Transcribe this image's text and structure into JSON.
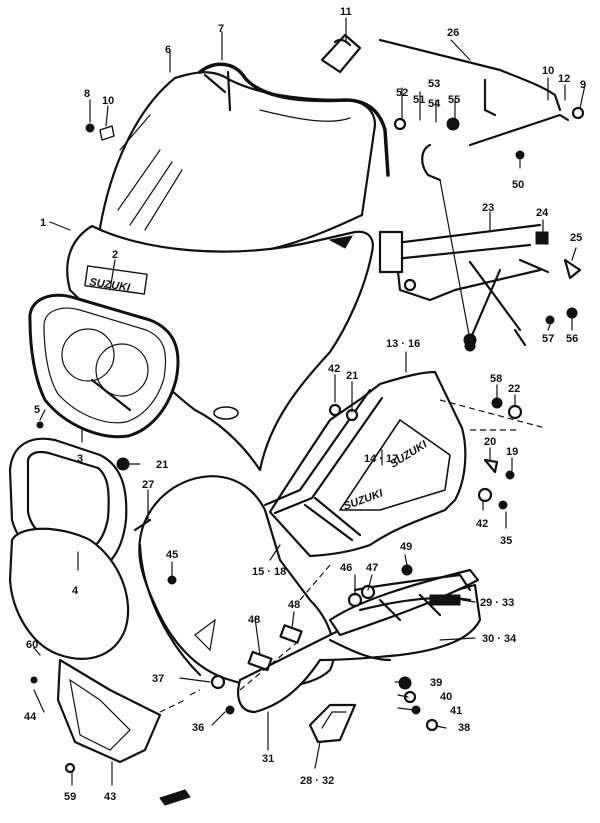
{
  "brand": {
    "fairing_logo": "SUZUKI",
    "nose_logo": "SUZUKI"
  },
  "callouts": [
    {
      "id": "c1",
      "label": "1"
    },
    {
      "id": "c2",
      "label": "2"
    },
    {
      "id": "c3",
      "label": "3"
    },
    {
      "id": "c4",
      "label": "4"
    },
    {
      "id": "c5",
      "label": "5"
    },
    {
      "id": "c6",
      "label": "6"
    },
    {
      "id": "c7",
      "label": "7"
    },
    {
      "id": "c8",
      "label": "8"
    },
    {
      "id": "c10a",
      "label": "10"
    },
    {
      "id": "c11",
      "label": "11"
    },
    {
      "id": "c26",
      "label": "26"
    },
    {
      "id": "c10b",
      "label": "10"
    },
    {
      "id": "c12",
      "label": "12"
    },
    {
      "id": "c9",
      "label": "9"
    },
    {
      "id": "c52",
      "label": "52"
    },
    {
      "id": "c51",
      "label": "51"
    },
    {
      "id": "c53",
      "label": "53"
    },
    {
      "id": "c54",
      "label": "54"
    },
    {
      "id": "c55",
      "label": "55"
    },
    {
      "id": "c50",
      "label": "50"
    },
    {
      "id": "c23",
      "label": "23"
    },
    {
      "id": "c24",
      "label": "24"
    },
    {
      "id": "c25",
      "label": "25"
    },
    {
      "id": "c57",
      "label": "57"
    },
    {
      "id": "c56",
      "label": "56"
    },
    {
      "id": "c1316",
      "label": "13 · 16"
    },
    {
      "id": "c42a",
      "label": "42"
    },
    {
      "id": "c21a",
      "label": "21"
    },
    {
      "id": "c58",
      "label": "58"
    },
    {
      "id": "c22",
      "label": "22"
    },
    {
      "id": "c20",
      "label": "20"
    },
    {
      "id": "c19",
      "label": "19"
    },
    {
      "id": "c1417",
      "label": "14 · 17"
    },
    {
      "id": "c42b",
      "label": "42"
    },
    {
      "id": "c35",
      "label": "35"
    },
    {
      "id": "c21b",
      "label": "21"
    },
    {
      "id": "c27",
      "label": "27"
    },
    {
      "id": "c45",
      "label": "45"
    },
    {
      "id": "c1518",
      "label": "15 · 18"
    },
    {
      "id": "c49",
      "label": "49"
    },
    {
      "id": "c46",
      "label": "46"
    },
    {
      "id": "c47",
      "label": "47"
    },
    {
      "id": "c2933",
      "label": "29 · 33"
    },
    {
      "id": "c48a",
      "label": "48"
    },
    {
      "id": "c48b",
      "label": "48"
    },
    {
      "id": "c3034",
      "label": "30 · 34"
    },
    {
      "id": "c60",
      "label": "60"
    },
    {
      "id": "c37",
      "label": "37"
    },
    {
      "id": "c39",
      "label": "39"
    },
    {
      "id": "c40",
      "label": "40"
    },
    {
      "id": "c41",
      "label": "41"
    },
    {
      "id": "c38a",
      "label": "38"
    },
    {
      "id": "c36",
      "label": "36"
    },
    {
      "id": "c44",
      "label": "44"
    },
    {
      "id": "c31",
      "label": "31"
    },
    {
      "id": "c38b",
      "label": "38"
    },
    {
      "id": "c2832",
      "label": "28 · 32"
    },
    {
      "id": "c59",
      "label": "59"
    },
    {
      "id": "c43",
      "label": "43"
    }
  ]
}
